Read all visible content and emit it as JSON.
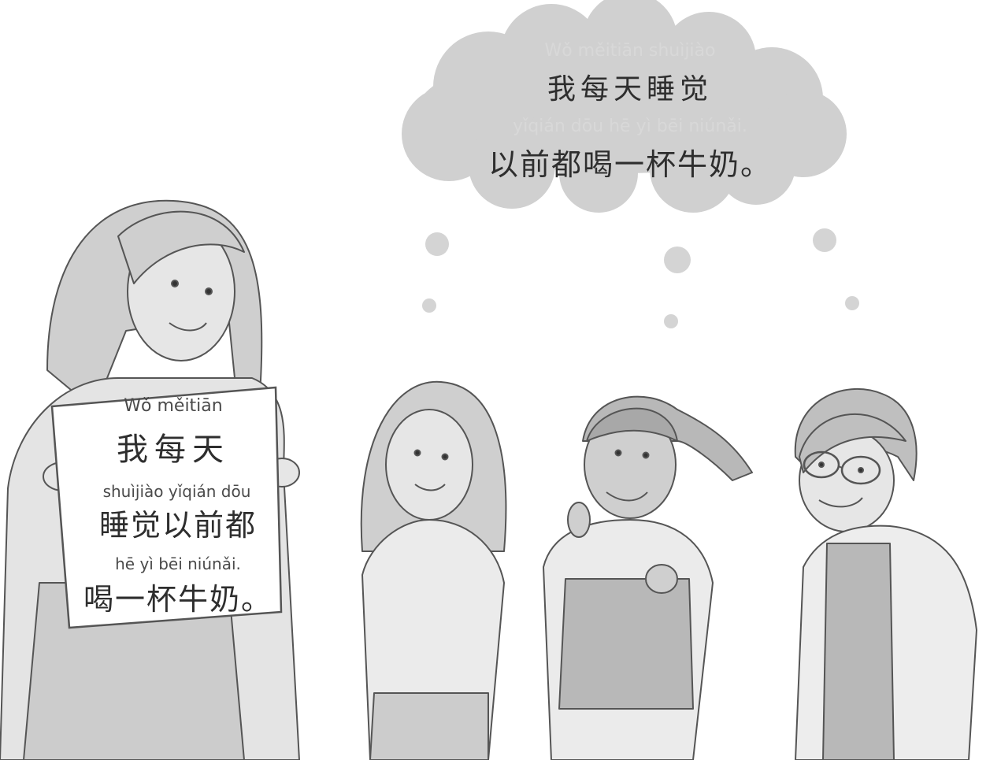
{
  "cloud": {
    "pinyin_line1": "Wǒ měitiān shuìjiào",
    "hanzi_line1": "我每天睡觉",
    "pinyin_line2": "yǐqián dōu hē  yì bēi niúnǎi.",
    "hanzi_line2": "以前都喝一杯牛奶。"
  },
  "sign": {
    "pinyin_line1": "Wǒ měitiān",
    "hanzi_line1": "我每天",
    "pinyin_line2": "shuìjiào yǐqián dōu",
    "hanzi_line2": "睡觉以前都",
    "pinyin_line3": "hē  yì bēi niúnǎi.",
    "hanzi_line3": "喝一杯牛奶。"
  },
  "colors": {
    "cloud_fill": "#d0d0d0",
    "skin_fill": "#e6e6e6",
    "hair_fill": "#cfcfcf",
    "line": "#555555"
  }
}
